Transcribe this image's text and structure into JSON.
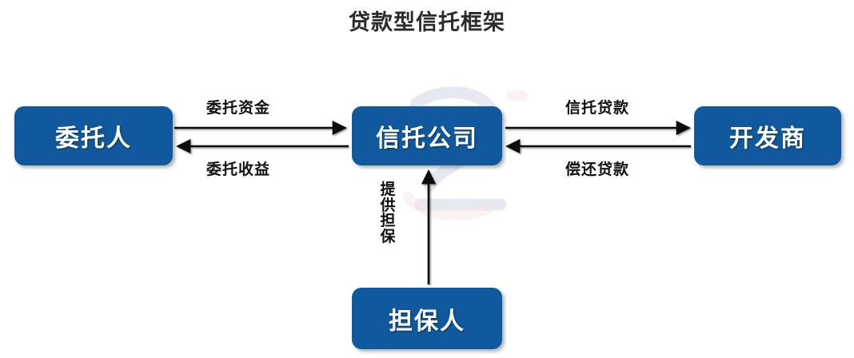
{
  "diagram": {
    "title": "贷款型信托框架",
    "type": "flow-diagram",
    "background_color": "#ffffff",
    "node_color": "#10599E",
    "node_text_color": "#ffffff",
    "label_color": "#111111",
    "nodes": [
      {
        "id": "trustor",
        "label": "委托人",
        "position": "left"
      },
      {
        "id": "trust",
        "label": "信托公司",
        "position": "center"
      },
      {
        "id": "developer",
        "label": "开发商",
        "position": "right"
      },
      {
        "id": "guarantor",
        "label": "担保人",
        "position": "bottom-center"
      }
    ],
    "edges": [
      {
        "id": "e1",
        "from": "trustor",
        "to": "trust",
        "label": "委托资金",
        "direction": "right"
      },
      {
        "id": "e2",
        "from": "trust",
        "to": "trustor",
        "label": "委托收益",
        "direction": "left"
      },
      {
        "id": "e3",
        "from": "trust",
        "to": "developer",
        "label": "信托贷款",
        "direction": "right"
      },
      {
        "id": "e4",
        "from": "developer",
        "to": "trust",
        "label": "偿还贷款",
        "direction": "left"
      },
      {
        "id": "e5",
        "from": "guarantor",
        "to": "trust",
        "label": "提供担保",
        "direction": "up"
      }
    ],
    "vertical_label_chars": [
      "提",
      "供",
      "担",
      "保"
    ]
  }
}
